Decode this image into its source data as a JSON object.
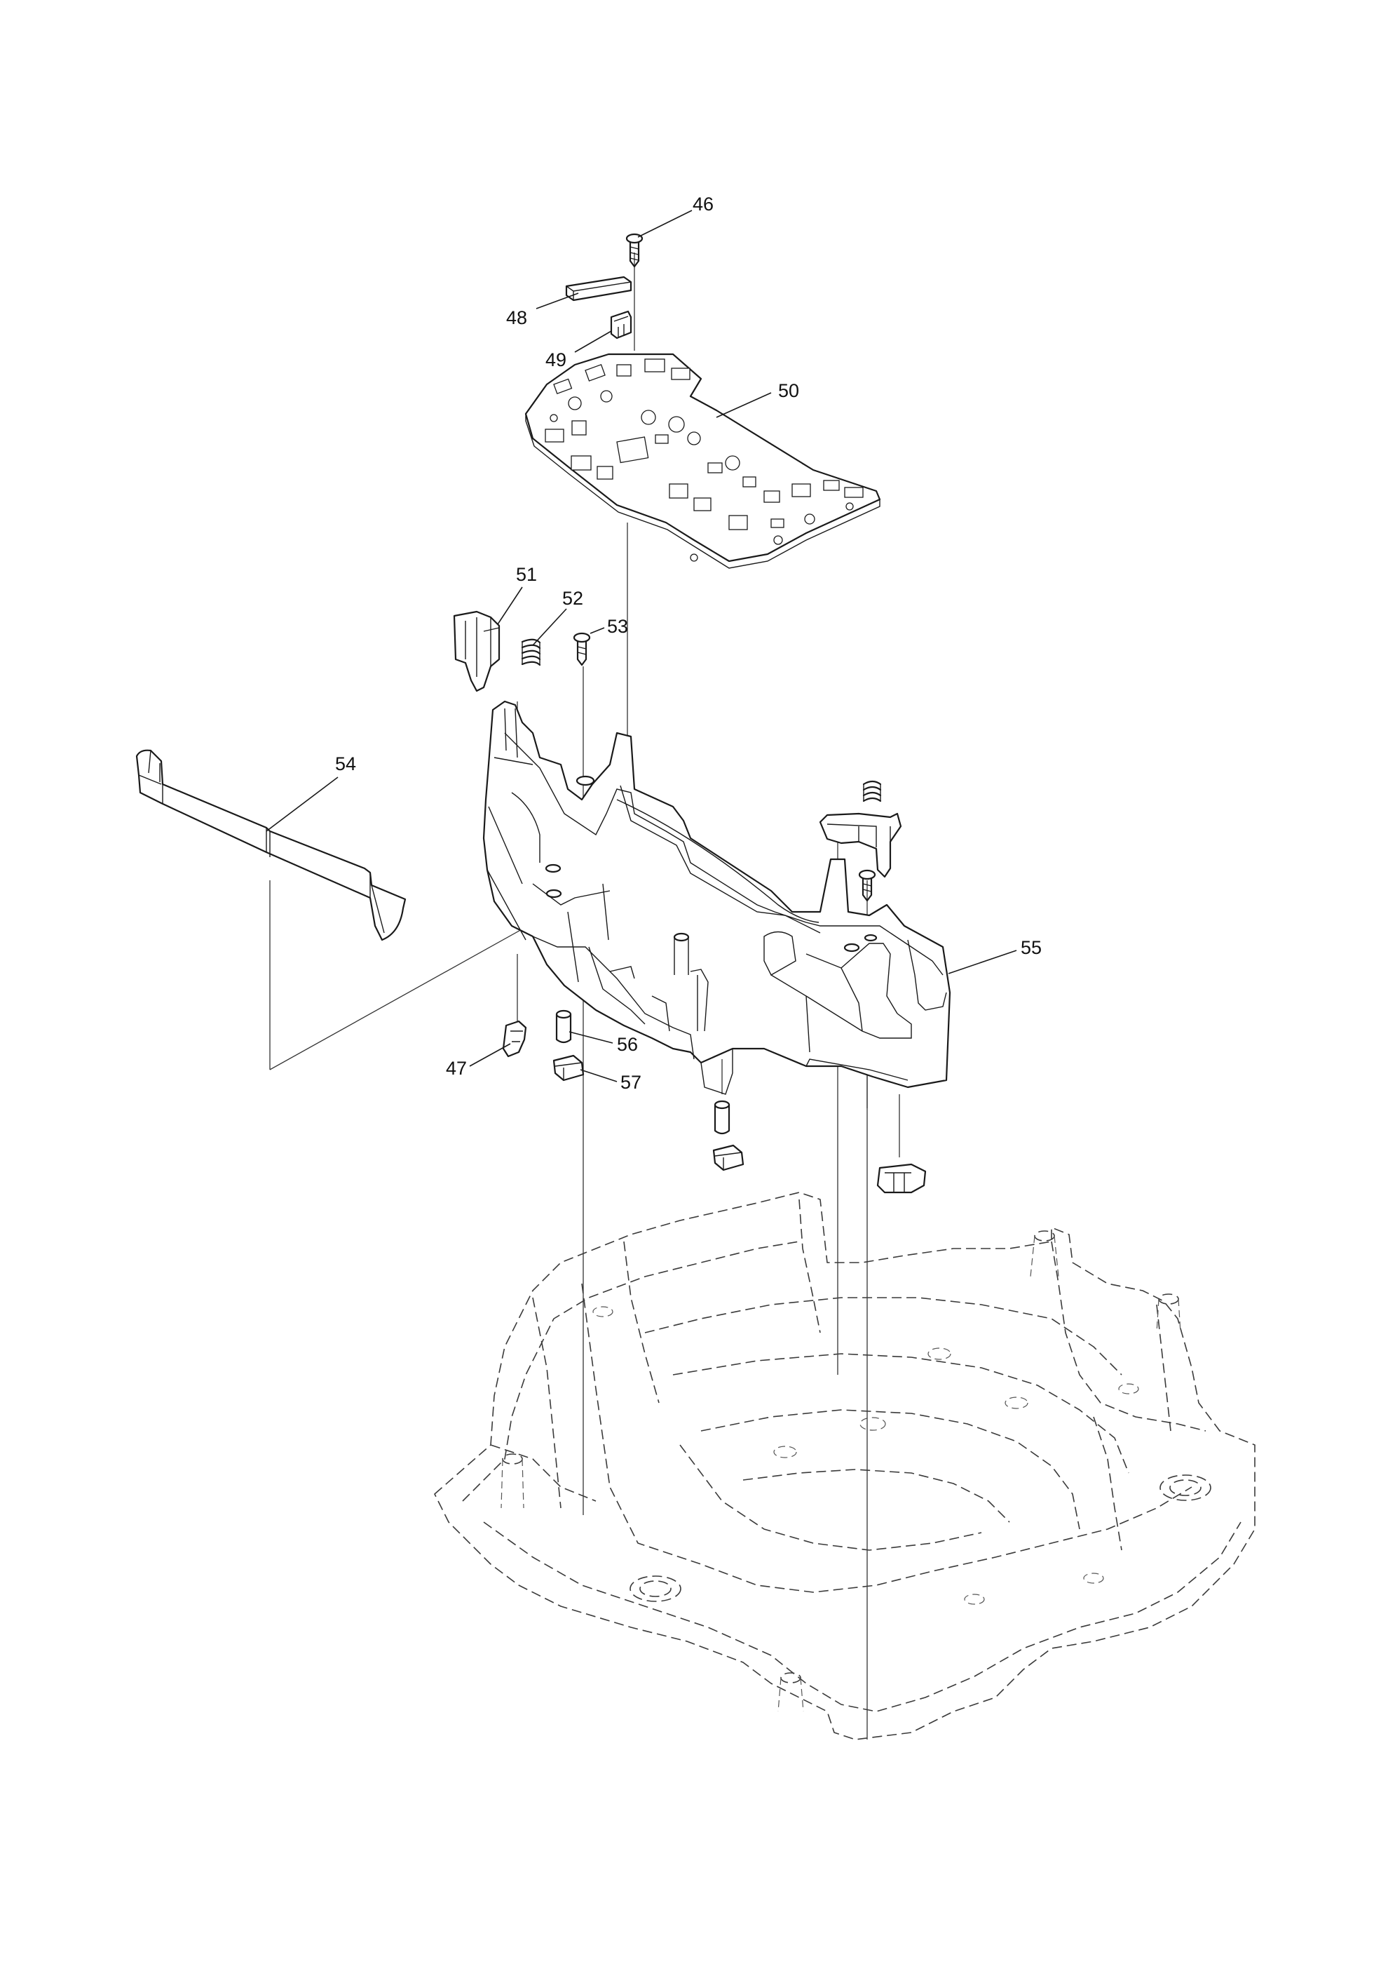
{
  "callouts": [
    {
      "id": "46",
      "label": "46"
    },
    {
      "id": "48",
      "label": "48"
    },
    {
      "id": "49",
      "label": "49"
    },
    {
      "id": "50",
      "label": "50"
    },
    {
      "id": "51",
      "label": "51"
    },
    {
      "id": "52",
      "label": "52"
    },
    {
      "id": "53",
      "label": "53"
    },
    {
      "id": "54",
      "label": "54"
    },
    {
      "id": "55",
      "label": "55"
    },
    {
      "id": "56",
      "label": "56"
    },
    {
      "id": "47",
      "label": "47"
    },
    {
      "id": "57",
      "label": "57"
    }
  ],
  "colors": {
    "line": "#1a1a1a",
    "background": "#ffffff"
  }
}
